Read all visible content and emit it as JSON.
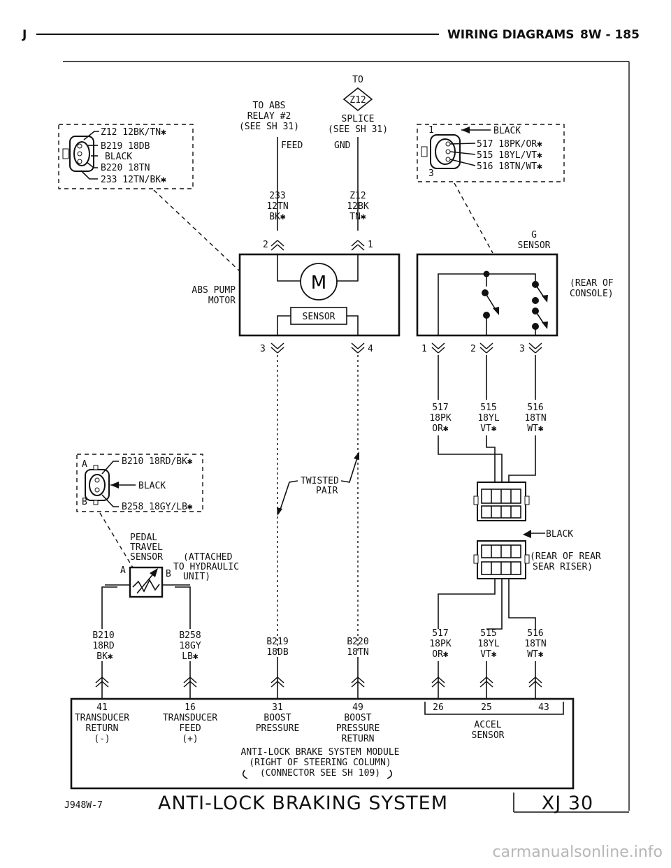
{
  "header": {
    "letter": "J",
    "section": "WIRING DIAGRAMS",
    "page": "8W - 185"
  },
  "pump": {
    "to_abs": [
      "TO ABS",
      "RELAY #2",
      "(SEE SH 31)"
    ],
    "feed": "FEED",
    "to_label": "TO",
    "splice_id": "Z12",
    "splice": [
      "SPLICE",
      "(SEE SH 31)"
    ],
    "gnd": "GND",
    "wire_233": [
      "233",
      "12TN",
      "BK✱"
    ],
    "wire_z12": [
      "Z12",
      "12BK",
      "TN✱"
    ],
    "pin2": "2",
    "pin1": "1",
    "pin3": "3",
    "pin4": "4",
    "label": [
      "ABS PUMP",
      "MOTOR"
    ],
    "motor": "M",
    "sensor": "SENSOR"
  },
  "conn_pump": [
    "Z12 12BK/TN✱",
    "B219 18DB",
    "BLACK",
    "B220 18TN",
    "233 12TN/BK✱"
  ],
  "conn_g": {
    "pin1": "1",
    "pin3": "3",
    "black": "BLACK",
    "wires": [
      "517 18PK/OR✱",
      "515 18YL/VT✱",
      "516 18TN/WT✱"
    ]
  },
  "g_sensor": {
    "label": [
      "G",
      "SENSOR"
    ],
    "location": [
      "(REAR OF",
      "CONSOLE)"
    ],
    "pins": [
      "1",
      "2",
      "3"
    ]
  },
  "g_wires_top": [
    [
      "517",
      "18PK",
      "OR✱"
    ],
    [
      "515",
      "18YL",
      "VT✱"
    ],
    [
      "516",
      "18TN",
      "WT✱"
    ]
  ],
  "inline_conn": {
    "black": "BLACK",
    "location": [
      "(REAR OF REAR",
      "SEAR RISER)"
    ]
  },
  "g_wires_bottom": [
    [
      "517",
      "18PK",
      "OR✱"
    ],
    [
      "515",
      "18YL",
      "VT✱"
    ],
    [
      "516",
      "18TN",
      "WT✱"
    ]
  ],
  "conn_pedal": {
    "a": "A",
    "b": "B",
    "black": "BLACK",
    "wires": [
      "B210 18RD/BK✱",
      "B258 18GY/LB✱"
    ]
  },
  "pedal": {
    "label": [
      "PEDAL",
      "TRAVEL",
      "SENSOR"
    ],
    "attached": [
      "(ATTACHED",
      "TO HYDRAULIC",
      "UNIT)"
    ],
    "a": "A",
    "b": "B"
  },
  "twisted": [
    "TWISTED",
    "PAIR"
  ],
  "bottom_wires": [
    [
      "B210",
      "18RD",
      "BK✱"
    ],
    [
      "B258",
      "18GY",
      "LB✱"
    ],
    [
      "B219",
      "18DB"
    ],
    [
      "B220",
      "18TN"
    ]
  ],
  "module": {
    "pins": [
      {
        "num": "41",
        "lines": [
          "TRANSDUCER",
          "RETURN",
          "(-)"
        ]
      },
      {
        "num": "16",
        "lines": [
          "TRANSDUCER",
          "FEED",
          "(+)"
        ]
      },
      {
        "num": "31",
        "lines": [
          "BOOST",
          "PRESSURE"
        ]
      },
      {
        "num": "49",
        "lines": [
          "BOOST",
          "PRESSURE",
          "RETURN"
        ]
      }
    ],
    "accel_pins": [
      "26",
      "25",
      "43"
    ],
    "accel_label": [
      "ACCEL",
      "SENSOR"
    ],
    "title": [
      "ANTI-LOCK BRAKE SYSTEM MODULE",
      "(RIGHT OF STEERING COLUMN)",
      "(CONNECTOR SEE SH 109)"
    ]
  },
  "footer": {
    "code": "J948W-7",
    "title": "ANTI-LOCK BRAKING SYSTEM",
    "sheet": "XJ 30"
  },
  "watermark": "carmanualsonline.info"
}
